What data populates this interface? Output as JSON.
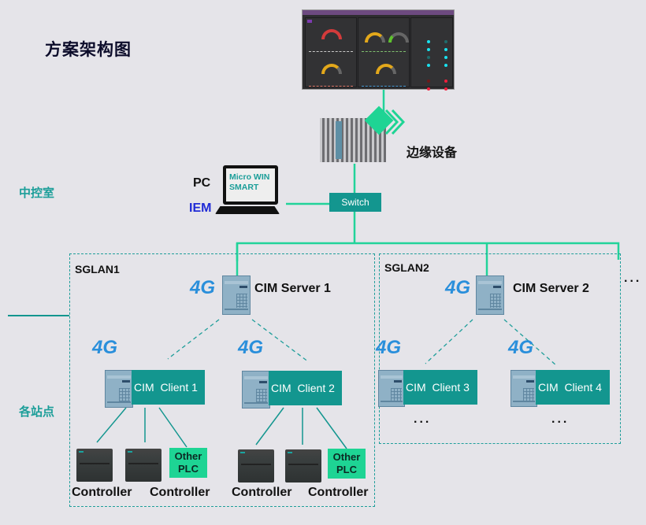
{
  "title": "方案架构图",
  "zones": {
    "control_room": "中控室",
    "stations": "各站点"
  },
  "edge": {
    "label": "边缘设备"
  },
  "pc": {
    "label": "PC",
    "iem_label": "IEM",
    "screen_line1": "Micro WIN",
    "screen_line2": "SMART"
  },
  "switch": {
    "label": "Switch"
  },
  "colors": {
    "teal": "#13968f",
    "green_line": "#22d39a",
    "four_g": "#2a8fdb",
    "other_plc": "#1ed494"
  },
  "four_g": "4G",
  "lans": [
    {
      "label": "SGLAN1",
      "server": "CIM Server 1",
      "clients": [
        {
          "label": "CIM  Client 1",
          "controllers": [
            "Controller",
            "Controller"
          ],
          "other_plc": "Other PLC"
        },
        {
          "label": "CIM  Client 2",
          "controllers": [
            "Controller",
            "Controller"
          ],
          "other_plc": "Other PLC"
        }
      ]
    },
    {
      "label": "SGLAN2",
      "server": "CIM Server 2",
      "clients": [
        {
          "label": "CIM  Client 3",
          "more": "..."
        },
        {
          "label": "CIM  Client 4",
          "more": "..."
        }
      ]
    }
  ],
  "more_lans": "..."
}
